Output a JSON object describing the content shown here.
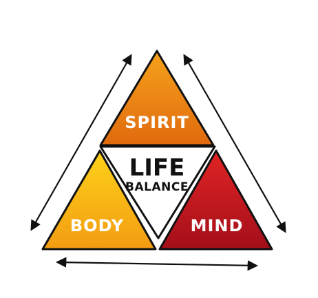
{
  "labels": {
    "top": "SPIRIT",
    "left": "BODY",
    "right": "MIND",
    "center_line1": "LIFE",
    "center_line2": "BALANCE"
  },
  "colors": {
    "spirit_top": "#f6a21b",
    "spirit_bottom": "#e06a0e",
    "body_top": "#fdd21a",
    "body_bottom": "#f39c12",
    "mind_top": "#e02424",
    "mind_bottom": "#a40f1a",
    "center_fill": "#ffffff",
    "outline": "#111111"
  }
}
